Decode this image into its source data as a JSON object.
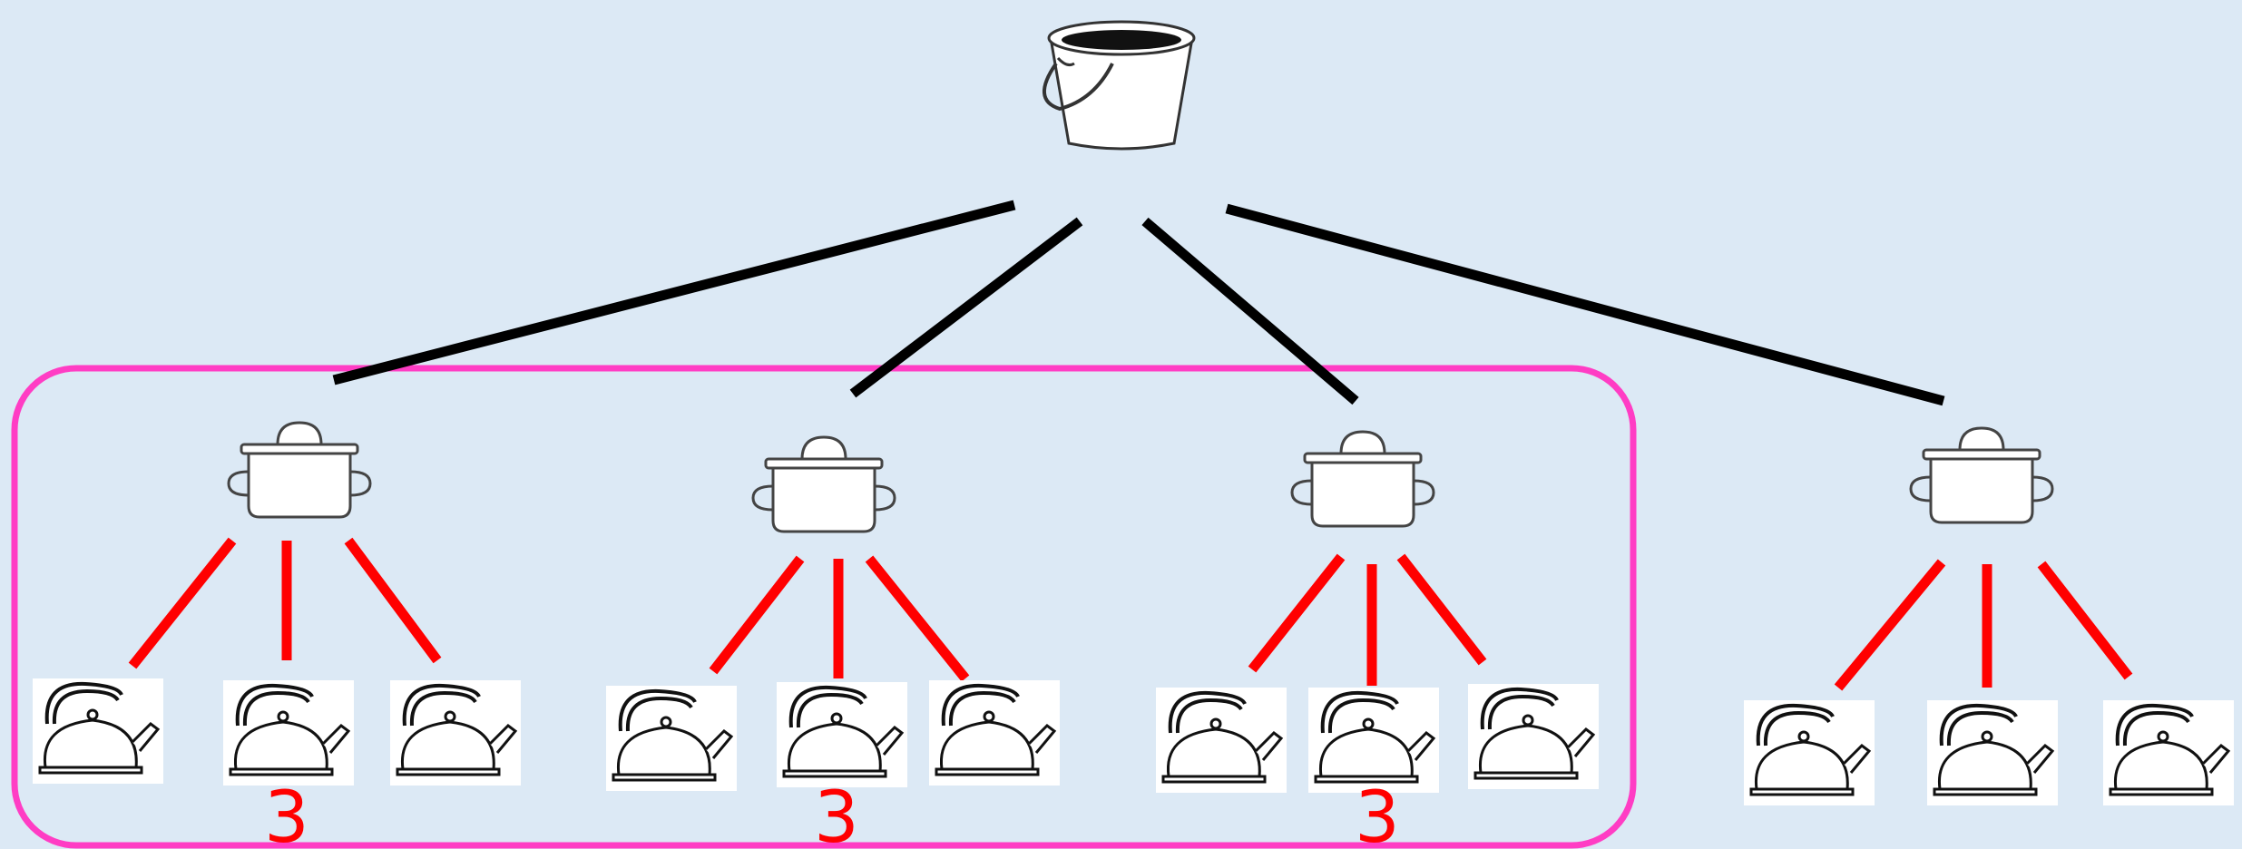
{
  "diagram": {
    "root": {
      "icon": "bucket-icon"
    },
    "pots": [
      {
        "icon": "pot-icon",
        "kettles": [
          "kettle-icon",
          "kettle-icon",
          "kettle-icon"
        ],
        "count_label": "3"
      },
      {
        "icon": "pot-icon",
        "kettles": [
          "kettle-icon",
          "kettle-icon",
          "kettle-icon"
        ],
        "count_label": "3"
      },
      {
        "icon": "pot-icon",
        "kettles": [
          "kettle-icon",
          "kettle-icon",
          "kettle-icon"
        ],
        "count_label": "3"
      },
      {
        "icon": "pot-icon",
        "kettles": [
          "kettle-icon",
          "kettle-icon",
          "kettle-icon"
        ],
        "count_label": ""
      }
    ],
    "colors": {
      "background": "#dce9f5",
      "root_edges": "#000000",
      "pot_edges": "#ff0000",
      "count_label": "#ff0000",
      "group_outline": "#ff3dc4"
    }
  }
}
